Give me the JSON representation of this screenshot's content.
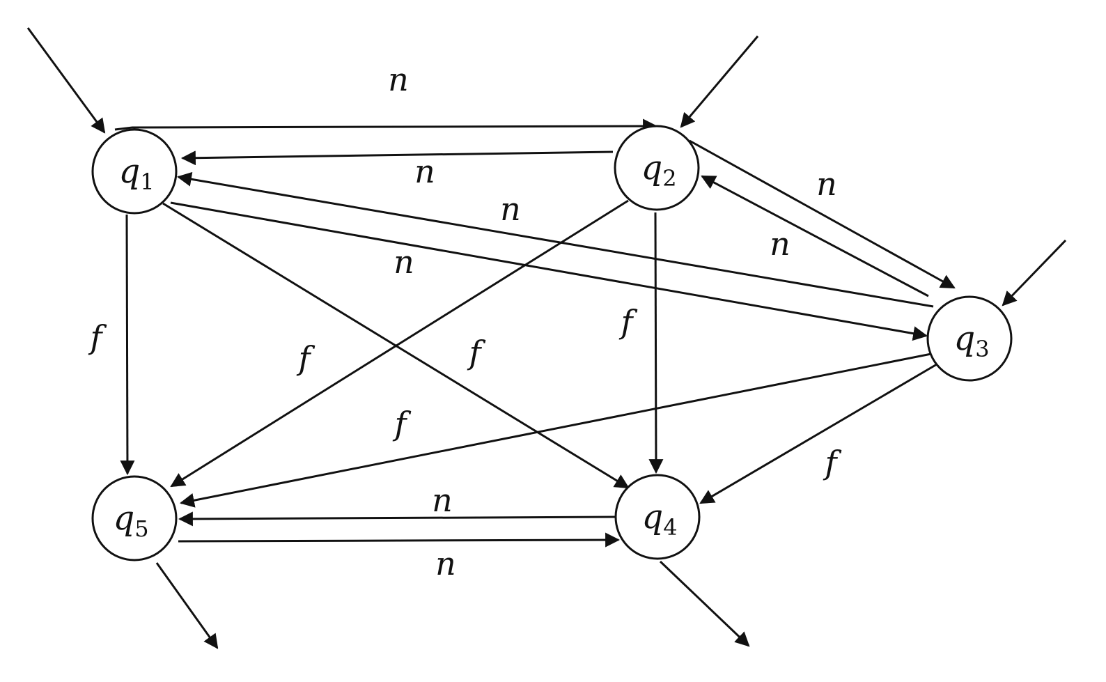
{
  "diagram": {
    "states": [
      {
        "id": "q1",
        "name": "q",
        "sub": "1",
        "initial": true,
        "accepting": false
      },
      {
        "id": "q2",
        "name": "q",
        "sub": "2",
        "initial": true,
        "accepting": false
      },
      {
        "id": "q3",
        "name": "q",
        "sub": "3",
        "initial": true,
        "accepting": false
      },
      {
        "id": "q4",
        "name": "q",
        "sub": "4",
        "initial": false,
        "accepting": true
      },
      {
        "id": "q5",
        "name": "q",
        "sub": "5",
        "initial": false,
        "accepting": true
      }
    ],
    "edges": [
      {
        "from": "q1",
        "to": "q2",
        "label": "n"
      },
      {
        "from": "q2",
        "to": "q1",
        "label": "n"
      },
      {
        "from": "q3",
        "to": "q1",
        "label": "n"
      },
      {
        "from": "q1",
        "to": "q3",
        "label": "n"
      },
      {
        "from": "q2",
        "to": "q3",
        "label": "n"
      },
      {
        "from": "q3",
        "to": "q2",
        "label": "n"
      },
      {
        "from": "q1",
        "to": "q5",
        "label": "f"
      },
      {
        "from": "q1",
        "to": "q4",
        "label": "f"
      },
      {
        "from": "q2",
        "to": "q5",
        "label": "f"
      },
      {
        "from": "q2",
        "to": "q4",
        "label": "f"
      },
      {
        "from": "q3",
        "to": "q5",
        "label": "f"
      },
      {
        "from": "q3",
        "to": "q4",
        "label": "f"
      },
      {
        "from": "q4",
        "to": "q5",
        "label": "n"
      },
      {
        "from": "q5",
        "to": "q4",
        "label": "n"
      }
    ]
  },
  "colors": {
    "stroke": "#111111",
    "background": "#ffffff"
  }
}
